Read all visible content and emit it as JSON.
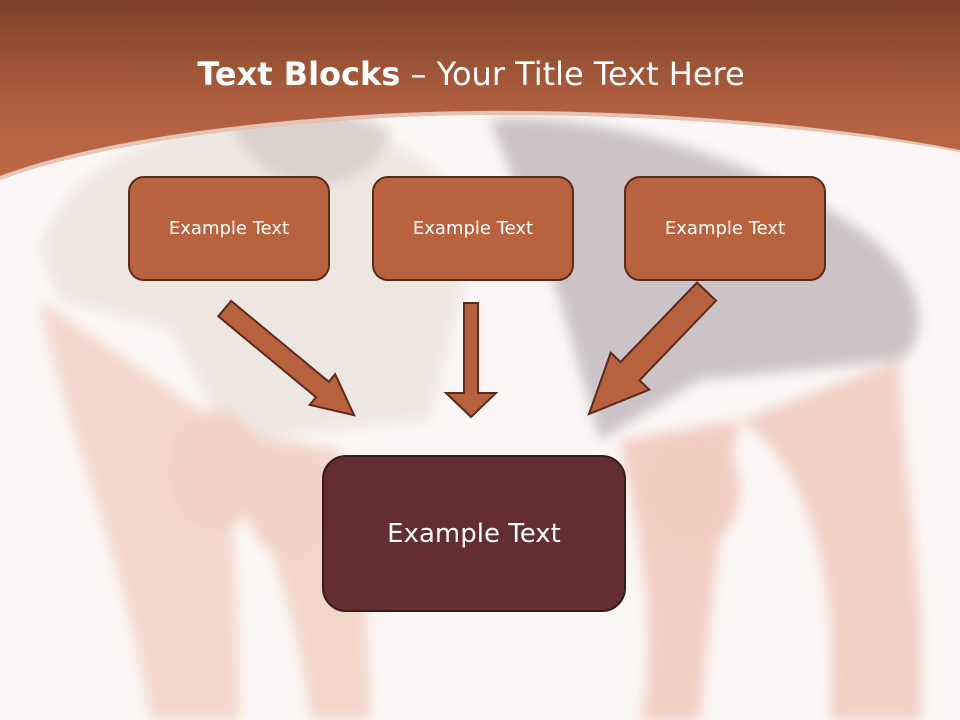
{
  "slide": {
    "title_bold": "Text Blocks",
    "title_rest": " – Your Title Text Here",
    "top_boxes": [
      "Example Text",
      "Example Text",
      "Example Text"
    ],
    "bottom_box": "Example Text"
  },
  "colors": {
    "header": "#b3603e",
    "header_dark": "#7c4128",
    "box_fill": "#b96240",
    "box_border": "#5a2a1c",
    "arrow_fill": "#b8613f",
    "bottom_box_fill": "#642e30",
    "background": "#fbf7f6"
  },
  "icons": {
    "arrows": [
      "arrow-down-right-icon",
      "arrow-down-icon",
      "arrow-down-left-icon"
    ]
  }
}
